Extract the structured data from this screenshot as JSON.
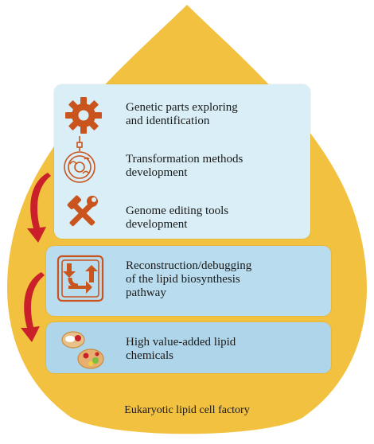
{
  "colors": {
    "drop": "#f2c13f",
    "box_top": "#d9eef6",
    "box_mid": "#b9dcef",
    "box_bottom": "#aed5ea",
    "icon_orange": "#c9541d",
    "arrow_red": "#c9202a"
  },
  "steps": [
    {
      "text": "Genetic parts exploring\nand identification",
      "icon": "gear-icon"
    },
    {
      "text": "Transformation methods\ndevelopment",
      "icon": "cell-injection-icon"
    },
    {
      "text": "Genome editing tools\ndevelopment",
      "icon": "hammer-wrench-icon"
    },
    {
      "text": "Reconstruction/debugging\nof the lipid biosynthesis\npathway",
      "icon": "pathway-flow-icon"
    },
    {
      "text": "High value-added lipid\nchemicals",
      "icon": "lipid-cells-icon"
    }
  ],
  "caption": "Eukaryotic lipid cell factory"
}
